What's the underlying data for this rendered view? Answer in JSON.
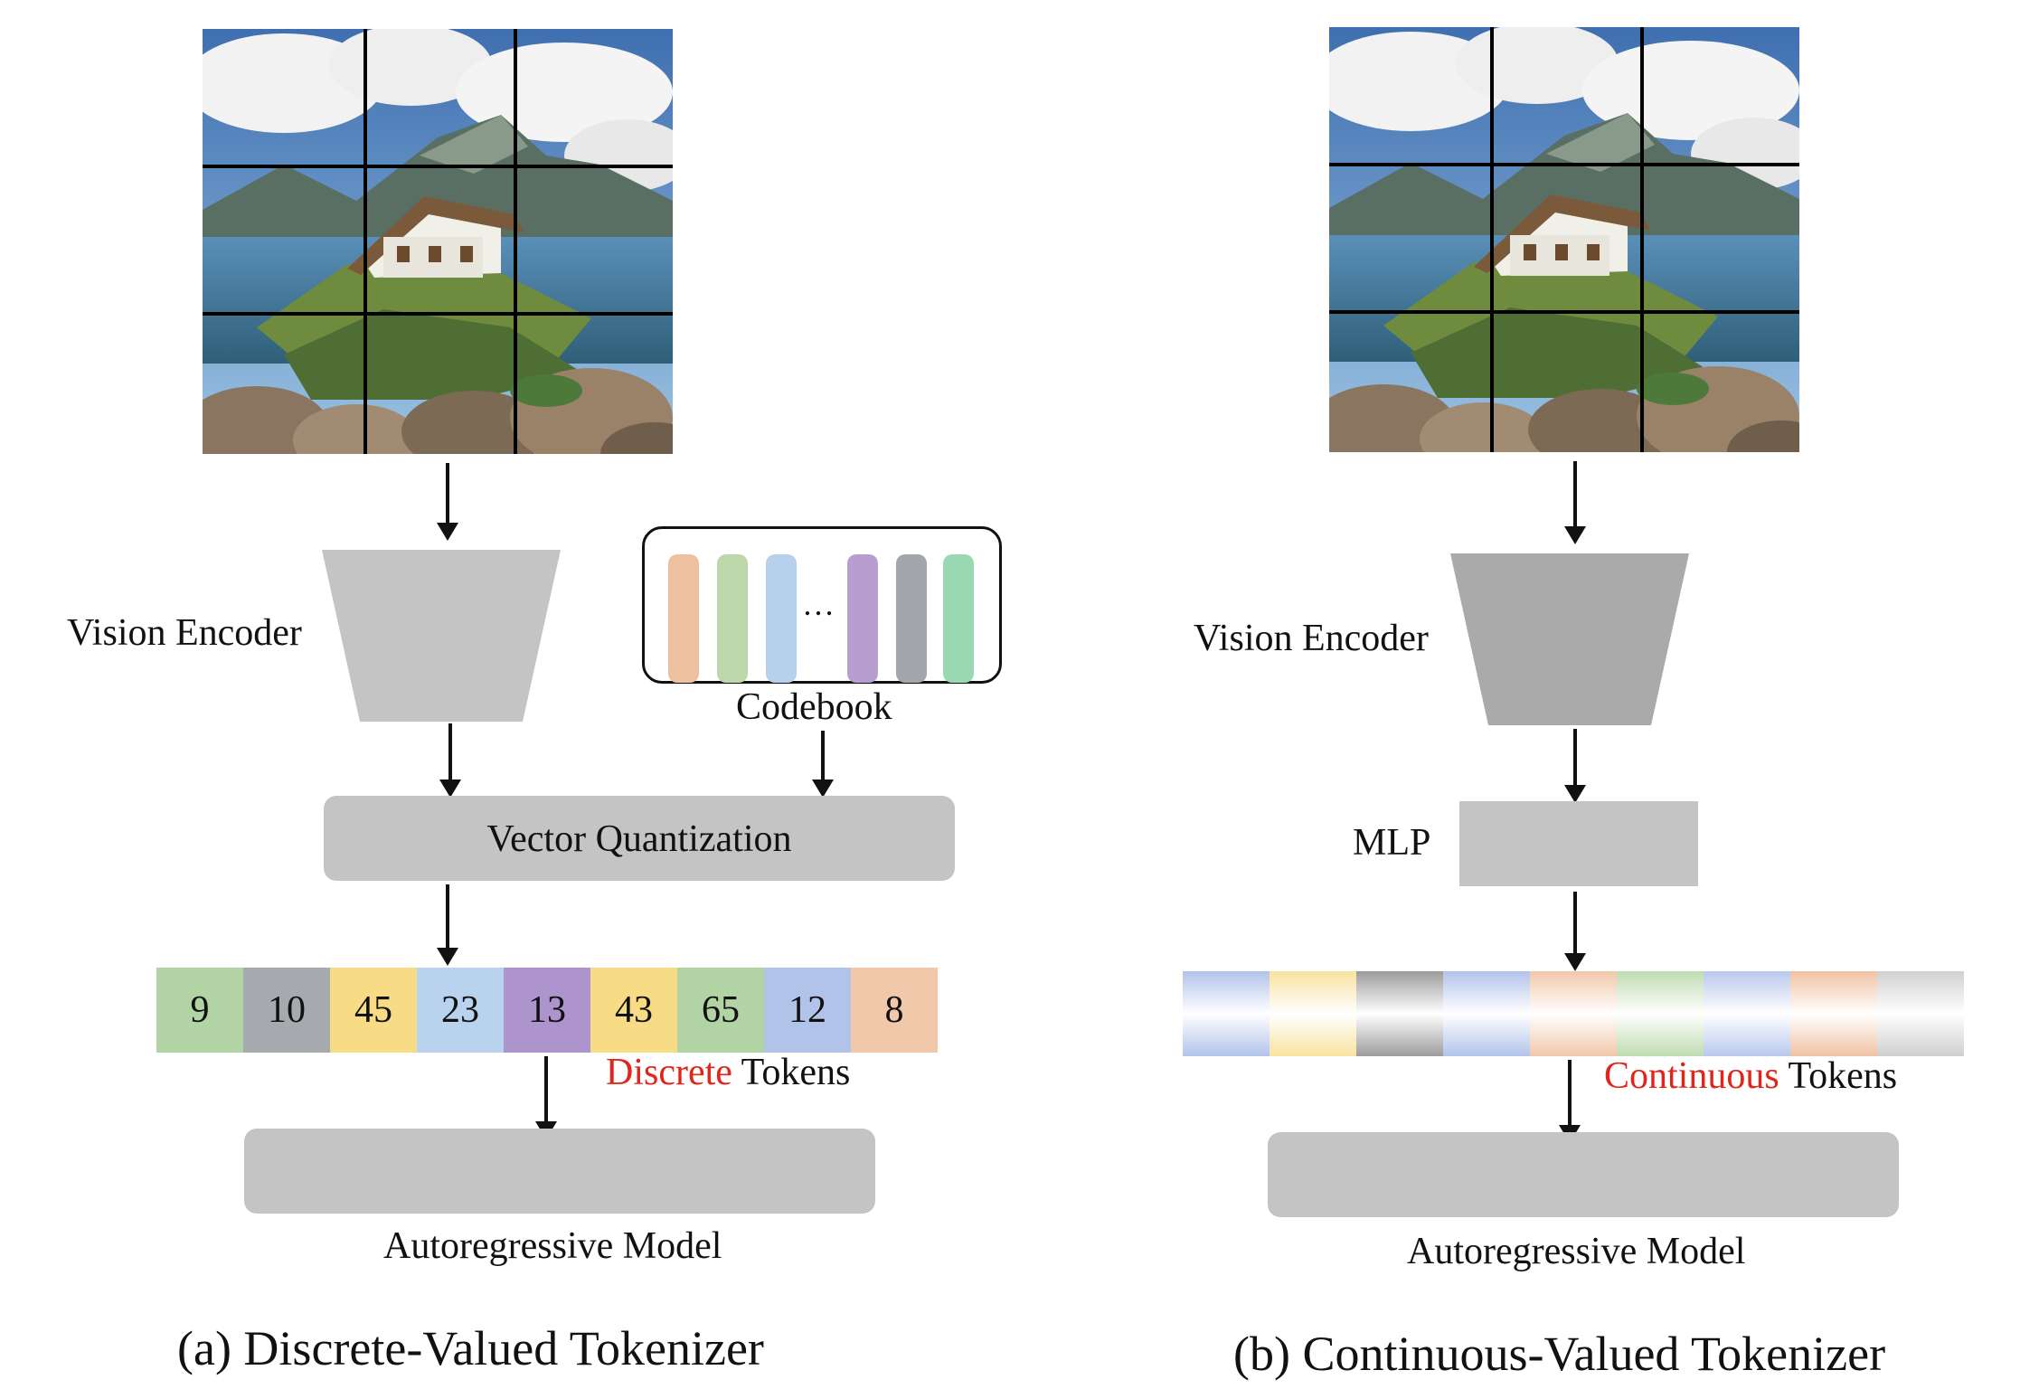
{
  "panel_a": {
    "vision_encoder_label": "Vision Encoder",
    "codebook_label": "Codebook",
    "codebook_ellipsis": "…",
    "codebook_colors": [
      "#edc0a0",
      "#bcd7a9",
      "#b7d0eb",
      "#b79dd0",
      "#a3a7ad",
      "#9ad8b4"
    ],
    "vq_label": "Vector Quantization",
    "tokens": [
      {
        "value": "9",
        "color": "#b2d3a3"
      },
      {
        "value": "10",
        "color": "#a6a9ad"
      },
      {
        "value": "45",
        "color": "#f8db85"
      },
      {
        "value": "23",
        "color": "#b9d2ee"
      },
      {
        "value": "13",
        "color": "#ae94cd"
      },
      {
        "value": "43",
        "color": "#f8db85"
      },
      {
        "value": "65",
        "color": "#b2d3a3"
      },
      {
        "value": "12",
        "color": "#b2c3ea"
      },
      {
        "value": "8",
        "color": "#f1c8aa"
      }
    ],
    "tokens_caption_colored": "Discrete",
    "tokens_caption_rest": " Tokens",
    "model_label": "Autoregressive Model",
    "caption": "(a) Discrete-Valued Tokenizer"
  },
  "panel_b": {
    "vision_encoder_label": "Vision Encoder",
    "mlp_label": "MLP",
    "continuous_tokens": [
      {
        "color": "#b2c3ea"
      },
      {
        "color": "#f8e3a0"
      },
      {
        "color": "#9c9c9c"
      },
      {
        "color": "#b2c3ea"
      },
      {
        "color": "#f1c8aa"
      },
      {
        "color": "#bfdcb1"
      },
      {
        "color": "#b9c8ec"
      },
      {
        "color": "#f1c2a4"
      },
      {
        "color": "#d0d0d0"
      }
    ],
    "tokens_caption_colored": "Continuous",
    "tokens_caption_rest": " Tokens",
    "model_label": "Autoregressive Model",
    "caption": "(b) Continuous-Valued Tokenizer"
  },
  "accent_color": "#e0261b"
}
